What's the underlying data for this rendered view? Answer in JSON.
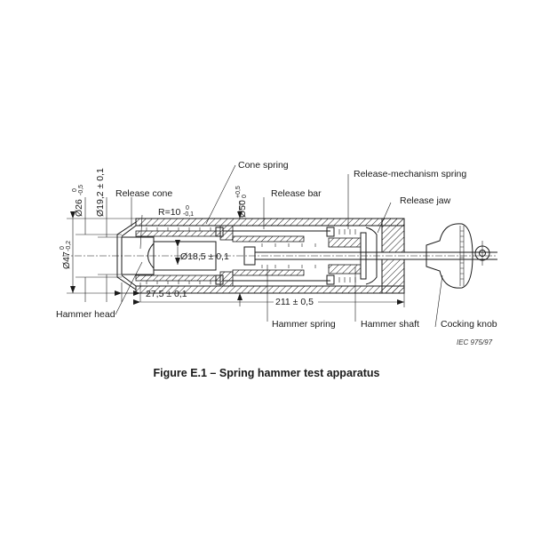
{
  "figure": {
    "caption": "Figure E.1 – Spring hammer test apparatus",
    "reference": "IEC  975/97"
  },
  "labels": {
    "cone_spring": "Cone spring",
    "release_mechanism_spring": "Release-mechanism spring",
    "release_cone": "Release cone",
    "release_bar": "Release bar",
    "release_jaw": "Release jaw",
    "hammer_head": "Hammer head",
    "hammer_spring": "Hammer spring",
    "hammer_shaft": "Hammer shaft",
    "cocking_knob": "Cocking knob"
  },
  "dimensions": {
    "d26": "Ø26",
    "d26_tol": "0 -0,5",
    "d26_tol_top": "0",
    "d26_tol_bot": "-0,5",
    "d19_2": "Ø19,2 ± 0,1",
    "d47": "Ø47",
    "d47_tol_top": "0",
    "d47_tol_bot": "-0,2",
    "d50": "Ø50",
    "d50_tol_top": "+0,5",
    "d50_tol_bot": "0",
    "radius": "R=10",
    "radius_tol_top": "0",
    "radius_tol_bot": "-0,1",
    "d18_5": "Ø18,5 ± 0,1",
    "len27_5": "27,5 ± 0,1",
    "len211": "211 ± 0,5"
  }
}
